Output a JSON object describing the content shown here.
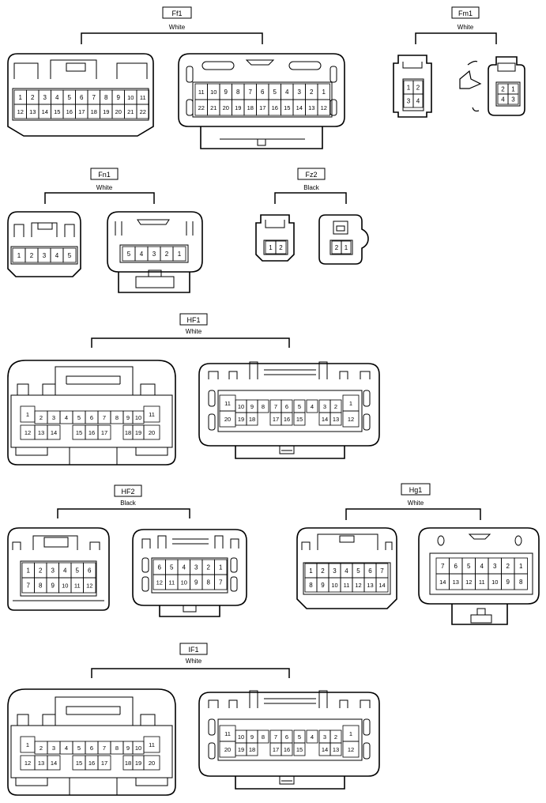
{
  "connectors": {
    "ff1": {
      "name": "Ff1",
      "color": "White",
      "left_pins_top": [
        "1",
        "2",
        "3",
        "4",
        "5",
        "6",
        "7",
        "8",
        "9",
        "10",
        "11"
      ],
      "left_pins_bot": [
        "12",
        "13",
        "14",
        "15",
        "16",
        "17",
        "18",
        "19",
        "20",
        "21",
        "22"
      ],
      "right_pins_top": [
        "11",
        "10",
        "9",
        "8",
        "7",
        "6",
        "5",
        "4",
        "3",
        "2",
        "1"
      ],
      "right_pins_bot": [
        "22",
        "21",
        "20",
        "19",
        "18",
        "17",
        "16",
        "15",
        "14",
        "13",
        "12"
      ]
    },
    "fm1": {
      "name": "Fm1",
      "color": "White",
      "left_pins": [
        "1",
        "2",
        "3",
        "4"
      ],
      "right_pins": [
        "2",
        "1",
        "4",
        "3"
      ]
    },
    "fn1": {
      "name": "Fn1",
      "color": "White",
      "left_pins": [
        "1",
        "2",
        "3",
        "4",
        "5"
      ],
      "right_pins": [
        "5",
        "4",
        "3",
        "2",
        "1"
      ]
    },
    "fz2": {
      "name": "Fz2",
      "color": "Black",
      "left_pins": [
        "1",
        "2"
      ],
      "right_pins": [
        "2",
        "1"
      ]
    },
    "hf1": {
      "name": "HF1",
      "color": "White",
      "left_pins_top": [
        "1",
        "2",
        "3",
        "4",
        "5",
        "6",
        "7",
        "8",
        "9",
        "10",
        "11"
      ],
      "left_pins_bot": [
        "12",
        "13",
        "14",
        "15",
        "16",
        "17",
        "18",
        "19",
        "20"
      ],
      "right_pins_top": [
        "11",
        "10",
        "9",
        "8",
        "7",
        "6",
        "5",
        "4",
        "3",
        "2",
        "1"
      ],
      "right_pins_bot": [
        "20",
        "19",
        "18",
        "17",
        "16",
        "15",
        "14",
        "13",
        "12"
      ]
    },
    "hf2": {
      "name": "HF2",
      "color": "Black",
      "left_pins_top": [
        "1",
        "2",
        "3",
        "4",
        "5",
        "6"
      ],
      "left_pins_bot": [
        "7",
        "8",
        "9",
        "10",
        "11",
        "12"
      ],
      "right_pins_top": [
        "6",
        "5",
        "4",
        "3",
        "2",
        "1"
      ],
      "right_pins_bot": [
        "12",
        "11",
        "10",
        "9",
        "8",
        "7"
      ]
    },
    "hg1": {
      "name": "Hg1",
      "color": "White",
      "left_pins_top": [
        "1",
        "2",
        "3",
        "4",
        "5",
        "6",
        "7"
      ],
      "left_pins_bot": [
        "8",
        "9",
        "10",
        "11",
        "12",
        "13",
        "14"
      ],
      "right_pins_top": [
        "7",
        "6",
        "5",
        "4",
        "3",
        "2",
        "1"
      ],
      "right_pins_bot": [
        "14",
        "13",
        "12",
        "11",
        "10",
        "9",
        "8"
      ]
    },
    "if1": {
      "name": "IF1",
      "color": "White",
      "left_pins_top": [
        "1",
        "2",
        "3",
        "4",
        "5",
        "6",
        "7",
        "8",
        "9",
        "10",
        "11"
      ],
      "left_pins_bot": [
        "12",
        "13",
        "14",
        "15",
        "16",
        "17",
        "18",
        "19",
        "20"
      ],
      "right_pins_top": [
        "11",
        "10",
        "9",
        "8",
        "7",
        "6",
        "5",
        "4",
        "3",
        "2",
        "1"
      ],
      "right_pins_bot": [
        "20",
        "19",
        "18",
        "17",
        "16",
        "15",
        "14",
        "13",
        "12"
      ]
    }
  }
}
